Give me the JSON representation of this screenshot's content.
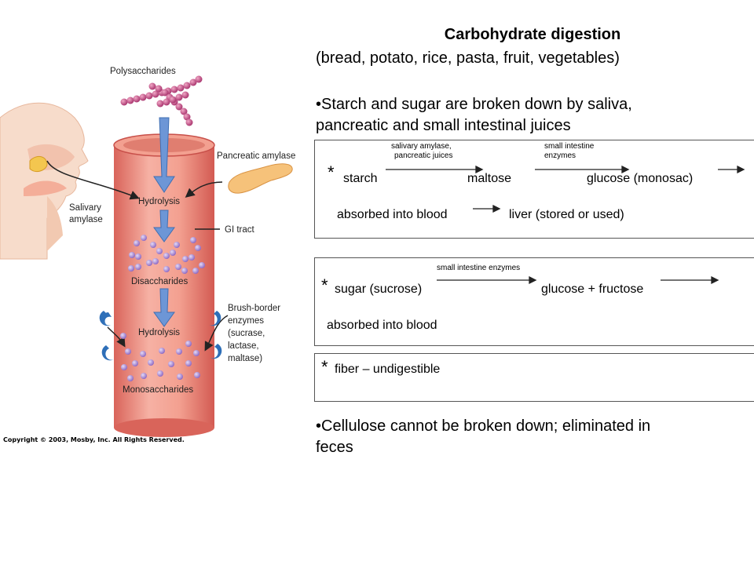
{
  "figure": {
    "labels": {
      "polysaccharides": "Polysaccharides",
      "pancreatic_amylase": "Pancreatic amylase",
      "salivary_amylase_1": "Salivary",
      "salivary_amylase_2": "amylase",
      "hydrolysis_top": "Hydrolysis",
      "gi_tract": "GI tract",
      "disaccharides": "Disaccharides",
      "brush_border_1": "Brush-border",
      "brush_border_2": "enzymes",
      "brush_border_3": "(sucrase,",
      "brush_border_4": "lactase,",
      "brush_border_5": "maltase)",
      "hydrolysis_bottom": "Hydrolysis",
      "monosaccharides": "Monosaccharides"
    },
    "copyright": "Copyright © 2003, Mosby, Inc. All Rights Reserved.",
    "colors": {
      "tube": "#ee8f80",
      "tube_dark": "#d9645a",
      "bead": "#b63c78",
      "molecule": "#8f6cc4",
      "arrow": "#6d96d6",
      "enzyme": "#2e6fb8"
    }
  },
  "header": {
    "title": "Carbohydrate digestion",
    "subtitle": "(bread, potato, rice, pasta, fruit, vegetables)"
  },
  "bullet1": {
    "line1": "•Starch and sugar are broken down by saliva,",
    "line2": "pancreatic and small intestinal juices"
  },
  "box1": {
    "enzyme1_line1": "salivary amylase,",
    "enzyme1_line2": "pancreatic juices",
    "enzyme2_line1": "small intestine",
    "enzyme2_line2": "enzymes",
    "star": "*",
    "starch": "starch",
    "maltose": "maltose",
    "glucose": "glucose (monosac)",
    "absorbed": "absorbed into blood",
    "liver": "liver (stored or used)"
  },
  "box2": {
    "enzyme": "small intestine enzymes",
    "star": "*",
    "sugar": "sugar (sucrose)",
    "products": "glucose + fructose",
    "absorbed": "absorbed into blood"
  },
  "box3": {
    "star": "*",
    "fiber": "fiber – undigestible"
  },
  "bullet2": {
    "line1": "•Cellulose cannot be broken down; eliminated in",
    "line2": "feces"
  }
}
